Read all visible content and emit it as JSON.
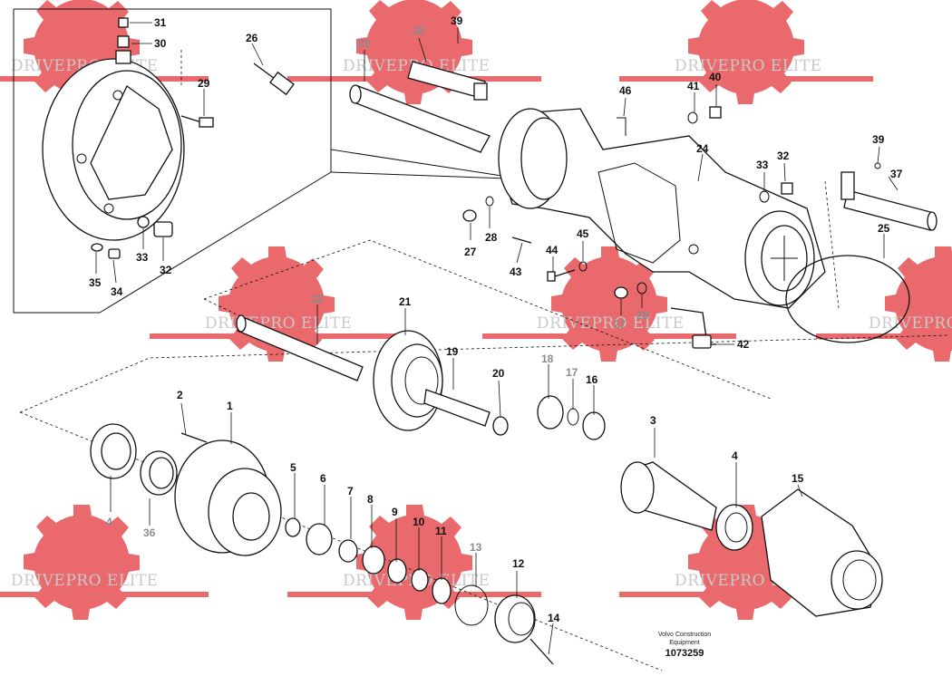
{
  "watermark": {
    "text": "DRIVEPRO ELITE",
    "gear_color": "#e5484d"
  },
  "callouts": [
    "1",
    "2",
    "3",
    "4",
    "4",
    "5",
    "6",
    "7",
    "8",
    "9",
    "10",
    "11",
    "12",
    "13",
    "14",
    "15",
    "16",
    "17",
    "18",
    "19",
    "20",
    "21",
    "22",
    "23",
    "24",
    "25",
    "26",
    "27",
    "27",
    "28",
    "28",
    "29",
    "30",
    "31",
    "32",
    "32",
    "33",
    "33",
    "34",
    "35",
    "36",
    "37",
    "38",
    "39",
    "39",
    "40",
    "41",
    "42",
    "43",
    "44",
    "45",
    "46"
  ],
  "footer": {
    "brand_line_1": "Volvo Construction",
    "brand_line_2": "Equipment",
    "drawing_number": "1073259"
  },
  "icons": {
    "gear": "gear-watermark-icon"
  }
}
